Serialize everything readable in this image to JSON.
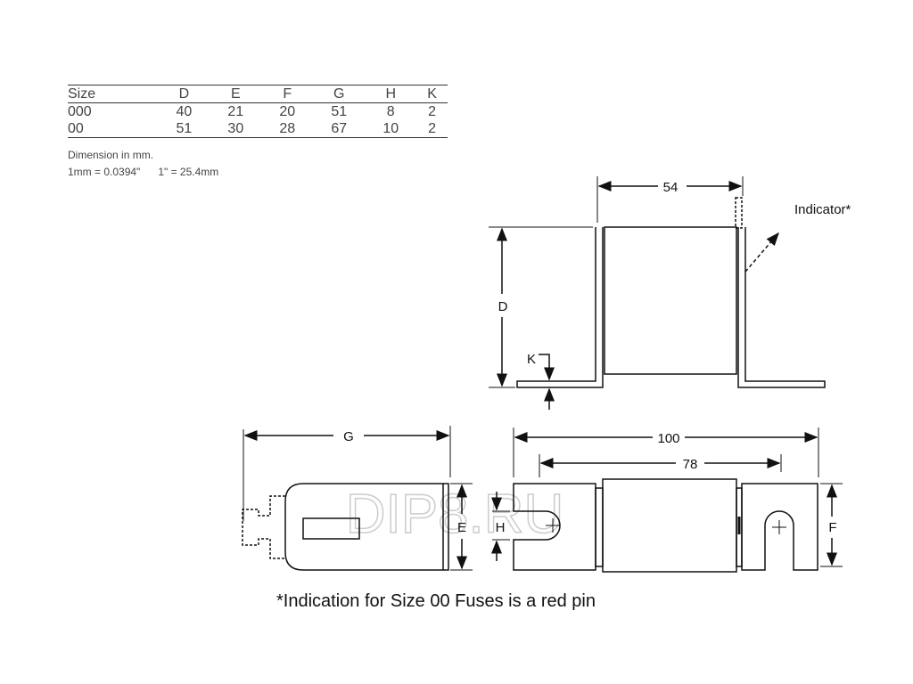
{
  "table": {
    "headers": [
      "Size",
      "D",
      "E",
      "F",
      "G",
      "H",
      "K"
    ],
    "rows": [
      [
        "000",
        "40",
        "21",
        "20",
        "51",
        "8",
        "2"
      ],
      [
        "00",
        "51",
        "30",
        "28",
        "67",
        "10",
        "2"
      ]
    ]
  },
  "notes": {
    "units": "Dimension in mm.",
    "conv1": "1mm = 0.0394\"",
    "conv2": "1\" = 25.4mm"
  },
  "labels": {
    "w54": "54",
    "indicator": "Indicator*",
    "d": "D",
    "k": "K",
    "g": "G",
    "e": "E",
    "h": "H",
    "w100": "100",
    "w78": "78",
    "f": "F"
  },
  "footer": "*Indication for Size 00 Fuses is a red pin",
  "watermark": "DIP8.RU"
}
